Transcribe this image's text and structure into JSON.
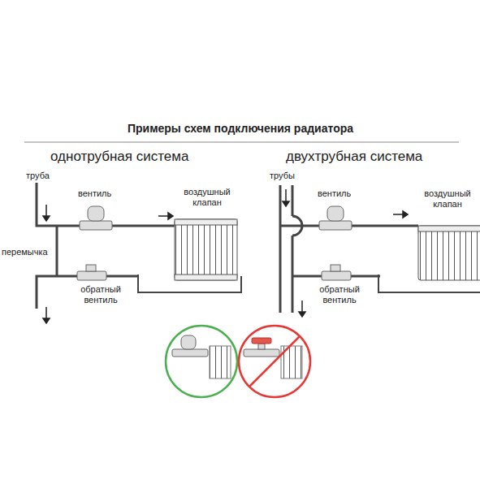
{
  "diagram": {
    "title": "Примеры схем подключения радиатора",
    "labels": [
      "однотрубная система",
      "двухтрубная система",
      "труба",
      "вентиль",
      "воздушный клапан",
      "перемычка",
      "обратный вентиль",
      "трубы",
      "вентиль",
      "воздушный клапан",
      "обратный вентиль"
    ]
  }
}
